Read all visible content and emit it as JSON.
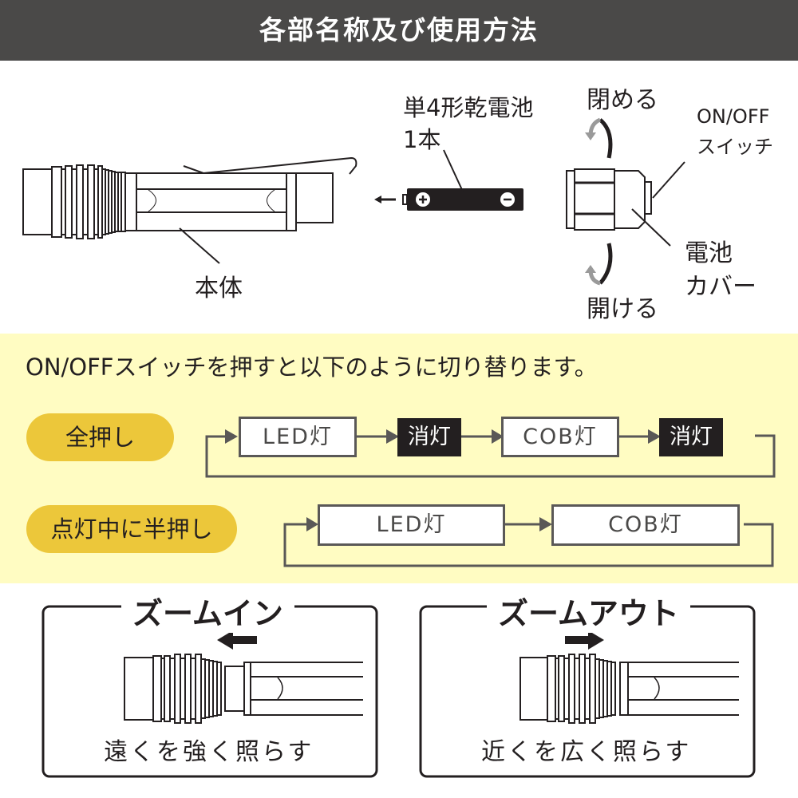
{
  "header": {
    "title": "各部名称及び使用方法"
  },
  "parts": {
    "body_label": "本体",
    "battery_label_line1": "単4形乾電池",
    "battery_label_line2": "1本",
    "battery_plus": "+",
    "battery_minus": "−",
    "close_label": "閉める",
    "open_label": "開ける",
    "switch_label_line1": "ON/OFF",
    "switch_label_line2": "スイッチ",
    "cover_label_line1": "電池",
    "cover_label_line2": "カバー"
  },
  "modes": {
    "instruction": "ON/OFFスイッチを押すと以下のように切り替ります。",
    "full_press": {
      "label": "全押し",
      "steps": [
        {
          "text": "LED灯",
          "style": "light"
        },
        {
          "text": "消灯",
          "style": "dark"
        },
        {
          "text": "COB灯",
          "style": "light"
        },
        {
          "text": "消灯",
          "style": "dark"
        }
      ]
    },
    "half_press": {
      "label": "点灯中に半押し",
      "steps": [
        {
          "text": "LED灯",
          "style": "light"
        },
        {
          "text": "COB灯",
          "style": "light"
        }
      ]
    }
  },
  "zoom": {
    "zoom_in": {
      "title": "ズームイン",
      "caption": "遠くを強く照らす",
      "direction": "left"
    },
    "zoom_out": {
      "title": "ズームアウト",
      "caption": "近くを広く照らす",
      "direction": "right"
    }
  },
  "colors": {
    "header_bg": "#4a4948",
    "panel_bg": "#fffcc2",
    "pill": "#ecc73a",
    "dark_box": "#231f20",
    "line": "#5a5857"
  }
}
